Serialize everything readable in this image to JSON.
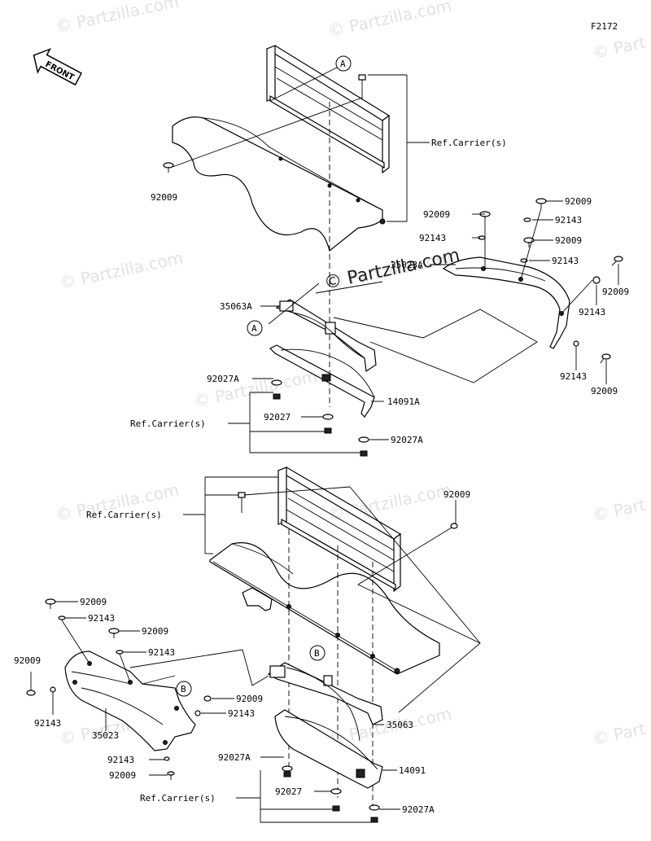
{
  "diagram_code": "F2172",
  "front_label": "FRONT",
  "watermarks": [
    "© Partzilla.com",
    "© Partzilla.com",
    "© Partzilla.com",
    "© Partzilla.com",
    "© Partzilla.com",
    "© Partzilla.com",
    "© Partzilla.com",
    "© Partzilla.com",
    "© Partzilla.com",
    "© Part",
    "© Part",
    "© Part"
  ],
  "center_watermark": "© Partzilla.com",
  "callouts": {
    "A1": "A",
    "A2": "A",
    "B1": "B",
    "B2": "B"
  },
  "labels": {
    "ref_carrier_1": "Ref.Carrier(s)",
    "p92009_1": "92009",
    "p92009_r1": "92009",
    "p92143_r1": "92143",
    "p92009_r2": "92009",
    "p92143_r2": "92143",
    "p92009_r3": "92009",
    "p92143_r3": "92143",
    "p35023A": "35023A",
    "p92143_r4": "92143",
    "p92009_r4": "92009",
    "p92143_r5": "92143",
    "p92009_r5": "92009",
    "p35063A": "35063A",
    "p92027A_1": "92027A",
    "p14091A": "14091A",
    "ref_carrier_2": "Ref.Carrier(s)",
    "p92027_1": "92027",
    "p92027A_2": "92027A",
    "ref_carrier_3": "Ref.Carrier(s)",
    "p92009_b1": "92009",
    "p92009_l1": "92009",
    "p92143_l1": "92143",
    "p92009_l2": "92009",
    "p92143_l2": "92143",
    "p92009_l3": "92009",
    "p92143_l3": "92143",
    "p35023": "35023",
    "p92009_l4": "92009",
    "p92143_l4": "92143",
    "p92143_l5": "92143",
    "p92009_l5": "92009",
    "p35063": "35063",
    "p92027A_3": "92027A",
    "p14091": "14091",
    "ref_carrier_4": "Ref.Carrier(s)",
    "p92027_2": "92027",
    "p92027A_4": "92027A"
  }
}
